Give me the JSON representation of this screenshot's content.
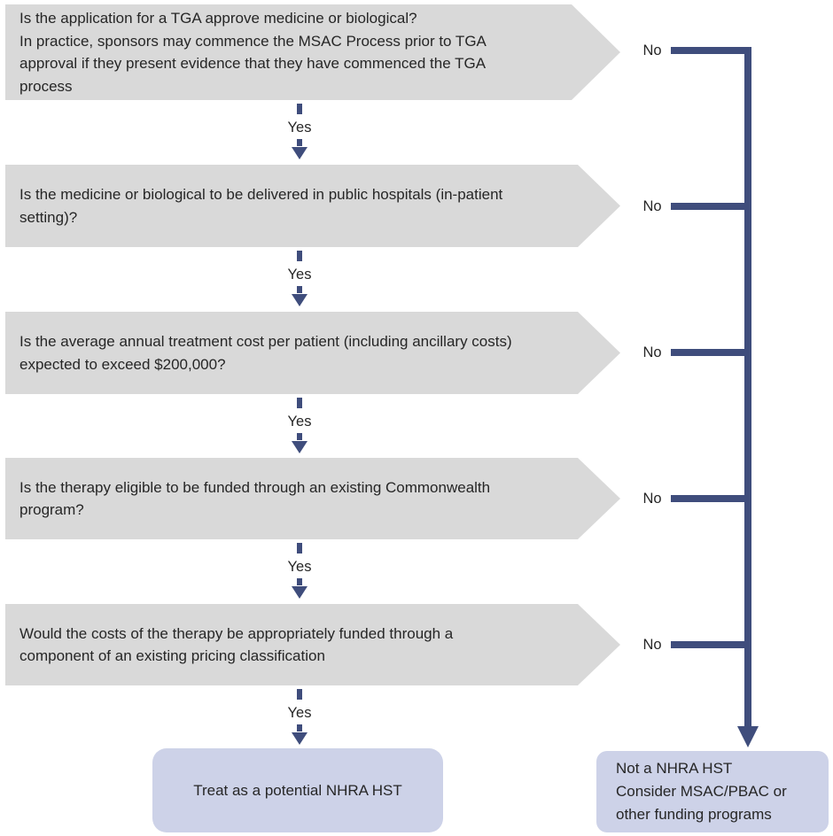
{
  "colors": {
    "question_box": "#d9d9d9",
    "connector": "#3f4d7c",
    "outcome_box": "#cdd2e8",
    "text": "#262626"
  },
  "labels": {
    "yes": "Yes",
    "no": "No"
  },
  "questions": [
    "Is the application for a TGA approve medicine or biological?\nIn practice, sponsors may commence the MSAC Process prior to TGA\napproval if they present evidence that they have commenced the TGA\nprocess",
    "Is the medicine or biological to be delivered in public hospitals (in-patient\nsetting)?",
    "Is the average annual treatment cost per patient (including ancillary costs)\nexpected to exceed $200,000?",
    "Is the therapy eligible to be funded through an existing Commonwealth\nprogram?",
    "Would the costs of the therapy be appropriately funded through a\ncomponent of an existing pricing classification"
  ],
  "outcomes": {
    "treat": "Treat as a potential NHRA HST",
    "not": "Not a NHRA HST\nConsider MSAC/PBAC or\nother funding programs"
  }
}
